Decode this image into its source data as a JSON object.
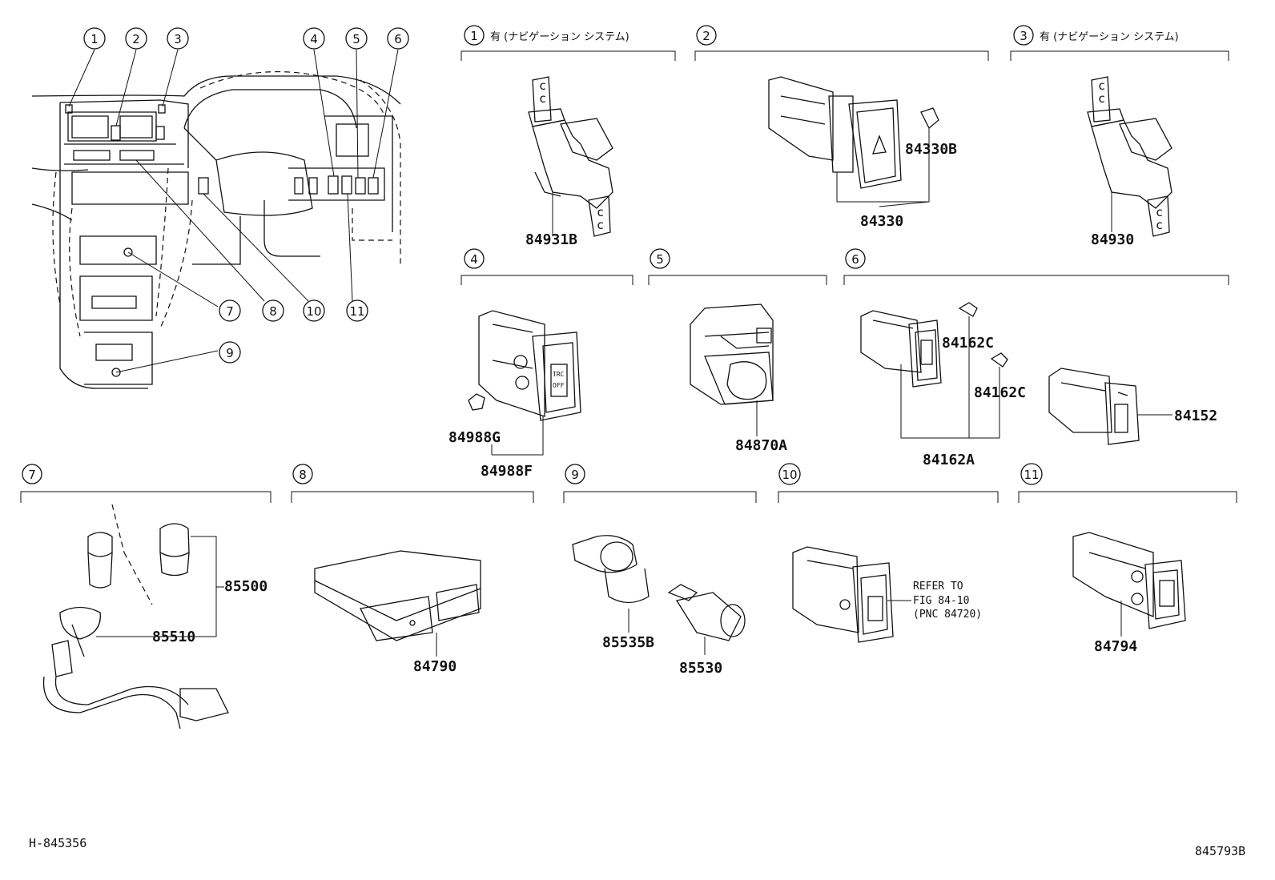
{
  "callouts": {
    "c1": "1",
    "c2": "2",
    "c3": "3",
    "c4": "4",
    "c5": "5",
    "c6": "6",
    "c7": "7",
    "c8": "8",
    "c9": "9",
    "c10": "10",
    "c11": "11"
  },
  "sections": {
    "s1": {
      "num": "1",
      "note": "有 (ナビゲーション システム)"
    },
    "s2": {
      "num": "2"
    },
    "s3": {
      "num": "3",
      "note": "有 (ナビゲーション システム)"
    },
    "s4": {
      "num": "4"
    },
    "s5": {
      "num": "5"
    },
    "s6": {
      "num": "6"
    },
    "s7": {
      "num": "7"
    },
    "s8": {
      "num": "8"
    },
    "s9": {
      "num": "9"
    },
    "s10": {
      "num": "10"
    },
    "s11": {
      "num": "11"
    }
  },
  "parts": {
    "p84931B": "84931B",
    "p84330B": "84330B",
    "p84330": "84330",
    "p84930": "84930",
    "p84988G": "84988G",
    "p84988F": "84988F",
    "p84870A": "84870A",
    "p84162C_1": "84162C",
    "p84162C_2": "84162C",
    "p84162A": "84162A",
    "p84152": "84152",
    "p85500": "85500",
    "p85510": "85510",
    "p84790": "84790",
    "p85535B": "85535B",
    "p85530": "85530",
    "p84794": "84794"
  },
  "refer_note": {
    "line1": "REFER TO",
    "line2": "FIG 84-10",
    "line3": "(PNC 84720)"
  },
  "switch_text": {
    "top": "TRC",
    "bottom": "OFF"
  },
  "footer": {
    "left_code": "H-845356",
    "right_code": "845793B"
  }
}
